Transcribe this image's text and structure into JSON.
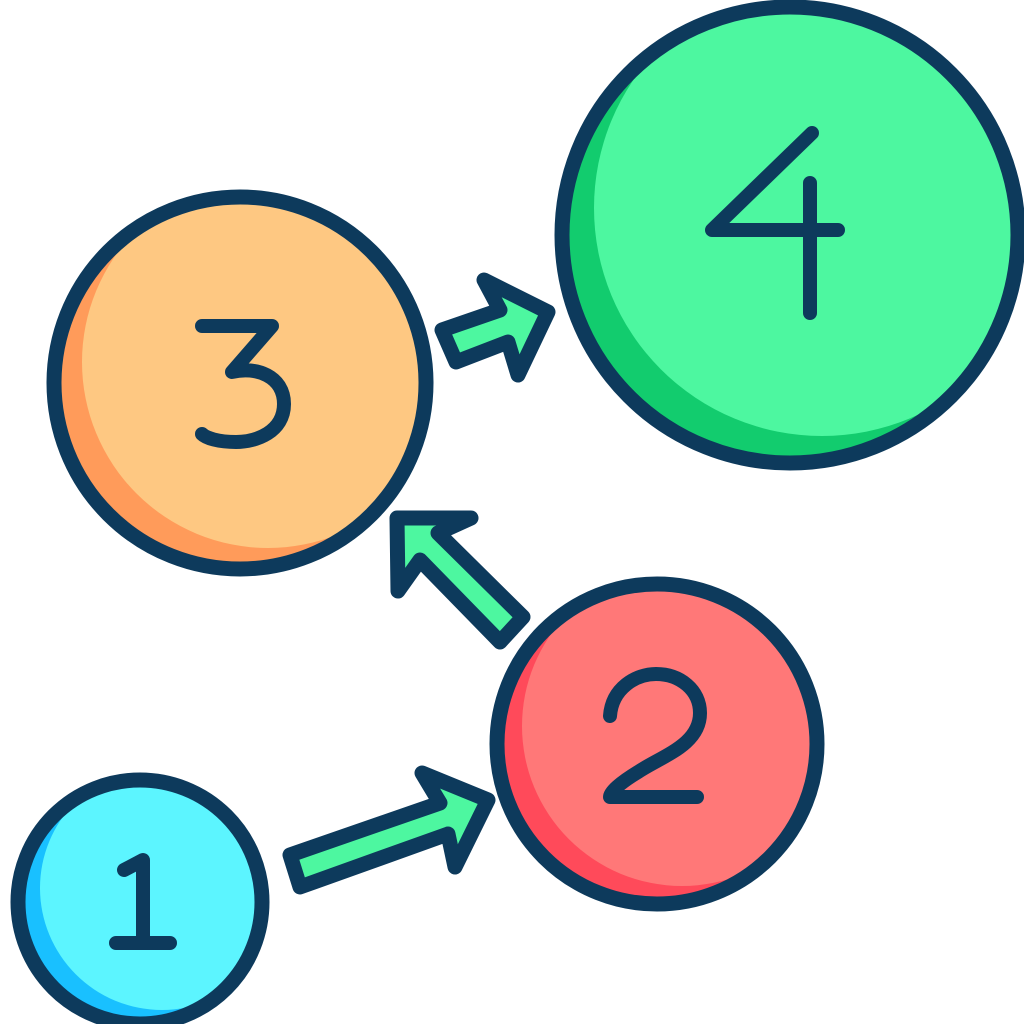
{
  "diagram": {
    "steps": [
      {
        "label": "1",
        "color": "#5cf5ff",
        "shade": "#19c0ff"
      },
      {
        "label": "2",
        "color": "#ff7878",
        "shade": "#ff4a5a"
      },
      {
        "label": "3",
        "color": "#fec882",
        "shade": "#ff9b5a"
      },
      {
        "label": "4",
        "color": "#4df7a0",
        "shade": "#12cc6e"
      }
    ],
    "arrows": [
      {
        "from": "1",
        "to": "2",
        "color": "#4df7a0"
      },
      {
        "from": "2",
        "to": "3",
        "color": "#4df7a0"
      },
      {
        "from": "3",
        "to": "4",
        "color": "#4df7a0"
      }
    ],
    "outline_color": "#0d3a5c"
  }
}
